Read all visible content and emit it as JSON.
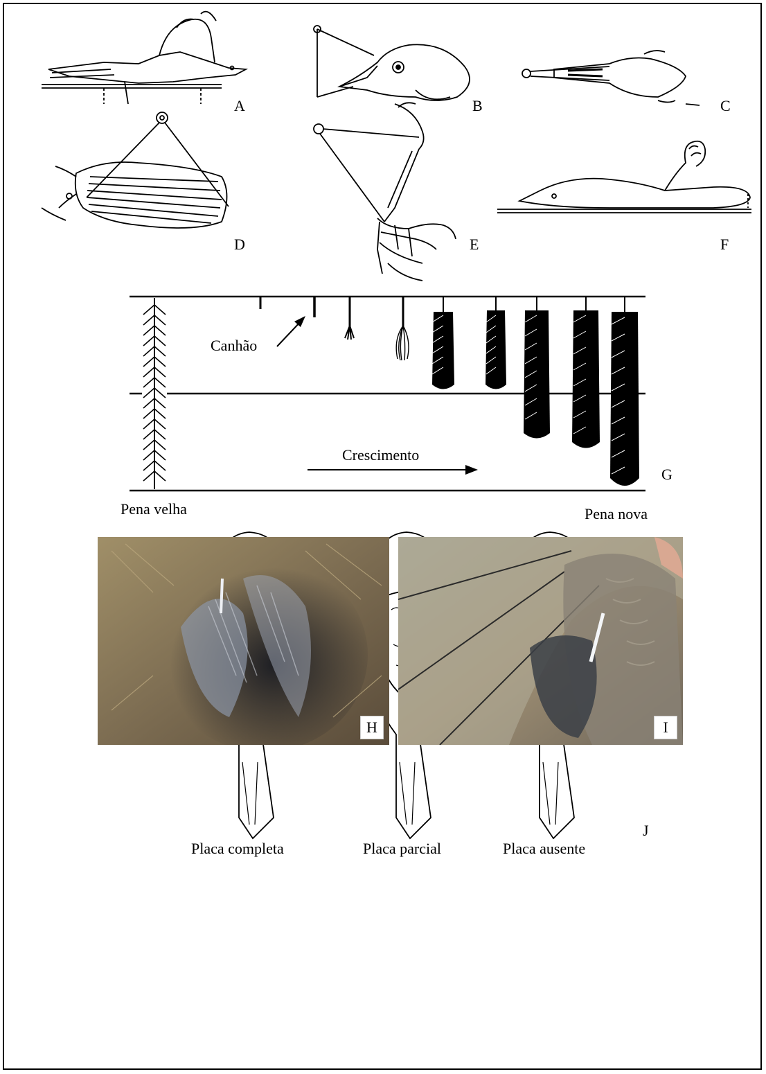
{
  "panels": {
    "a": "A",
    "b": "B",
    "c": "C",
    "d": "D",
    "e": "E",
    "f": "F",
    "g": "G",
    "h": "H",
    "i": "I",
    "j": "J"
  },
  "growth": {
    "quill_label": "Canhão",
    "growth_label": "Crescimento",
    "old_feather": "Pena velha",
    "new_feather": "Pena nova"
  },
  "brood_patch": {
    "captions": [
      "Placa completa",
      "Placa parcial",
      "Placa ausente"
    ]
  },
  "colors": {
    "ink": "#000000",
    "photo_h_base": "#8a7a5c",
    "photo_i_base": "#9c9478"
  }
}
